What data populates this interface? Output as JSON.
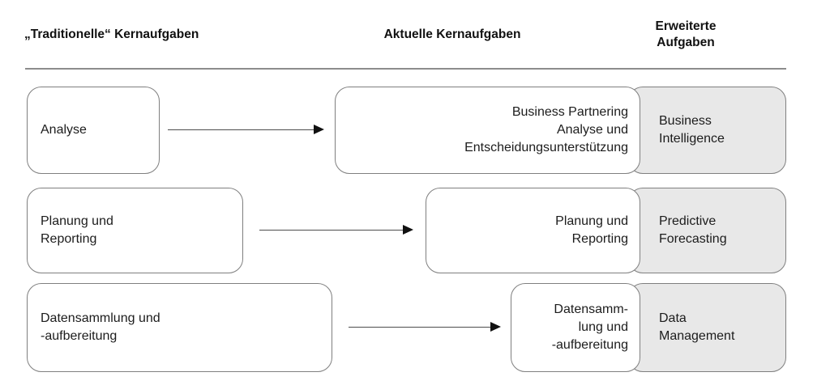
{
  "title_row": {
    "traditional": "„Traditionelle“ Kernaufgaben",
    "current": "Aktuelle Kernaufgaben",
    "extended": [
      "Erweiterte",
      "Aufgaben"
    ]
  },
  "rows": [
    {
      "traditional": [
        "Analyse"
      ],
      "current": [
        "Business Partnering",
        "Analyse und",
        "Entscheidungsunterstützung"
      ],
      "extended": [
        "Business",
        "Intelligence"
      ]
    },
    {
      "traditional": [
        "Planung und",
        "Reporting"
      ],
      "current": [
        "Planung und",
        "Reporting"
      ],
      "extended": [
        "Predictive",
        "Forecasting"
      ]
    },
    {
      "traditional": [
        "Datensammlung und",
        "-aufbereitung"
      ],
      "current": [
        "Datensamm-",
        "lung und",
        "-aufbereitung"
      ],
      "extended": [
        "Data",
        "Management"
      ]
    }
  ],
  "colors": {
    "background": "#ffffff",
    "extended_box_fill": "#e8e8e8",
    "box_border": "#7f7f7f",
    "divider": "#8c8c8c",
    "text": "#1a1a1a"
  }
}
